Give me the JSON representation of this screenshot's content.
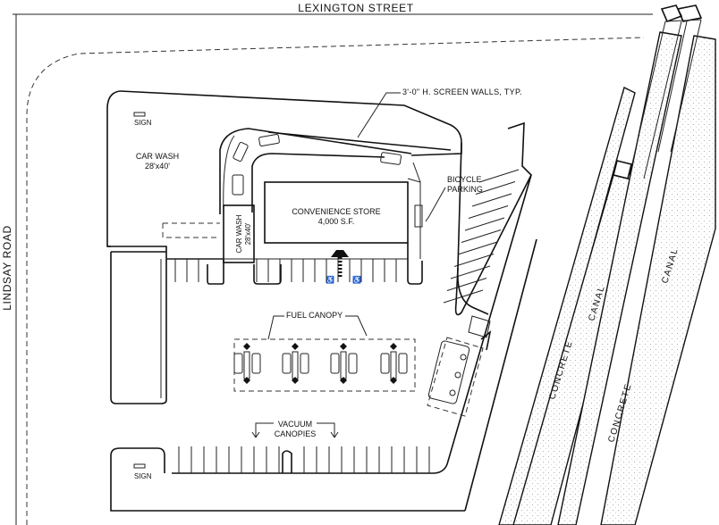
{
  "streets": {
    "north": "LEXINGTON STREET",
    "west": "LINDSAY ROAD"
  },
  "labels": {
    "screen_walls": "3'-0\" H. SCREEN WALLS, TYP.",
    "sign_north": "SIGN",
    "sign_south": "SIGN",
    "car_wash_area_title": "CAR WASH",
    "car_wash_area_size": "28'x40'",
    "car_wash_building_title": "CAR WASH",
    "car_wash_building_size": "28'x40'",
    "store_title": "CONVENIENCE STORE",
    "store_size": "4,000 S.F.",
    "bicycle_line1": "BICYCLE",
    "bicycle_line2": "PARKING",
    "fuel_canopy": "FUEL CANOPY",
    "vacuum_line1": "VACUUM",
    "vacuum_line2": "CANOPIES",
    "canal_left_word1": "CONCRETE",
    "canal_left_word2": "CANAL",
    "canal_right_word1": "CONCRETE",
    "canal_right_word2": "CANAL"
  }
}
